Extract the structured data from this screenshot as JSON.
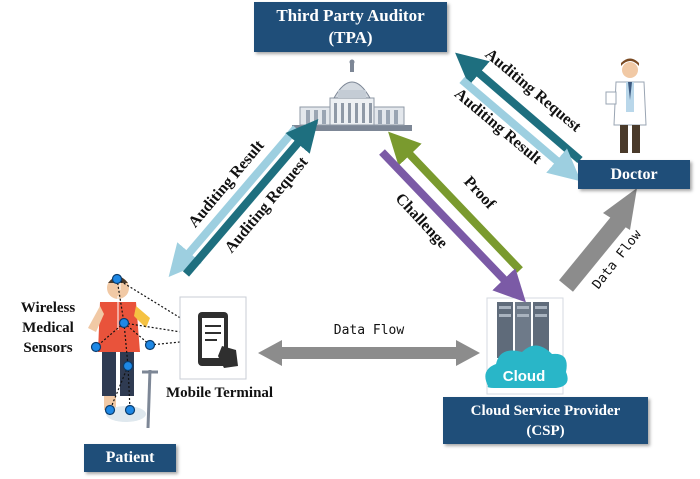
{
  "nodes": {
    "tpa": {
      "line1": "Third Party Auditor",
      "line2": "(TPA)"
    },
    "doctor": {
      "label": "Doctor"
    },
    "csp": {
      "line1": "Cloud Service Provider",
      "line2": "(CSP)"
    },
    "patient": {
      "label": "Patient"
    },
    "mobile": {
      "label": "Mobile Terminal"
    },
    "sensors": {
      "line1": "Wireless",
      "line2": "Medical",
      "line3": "Sensors"
    },
    "cloud_icon_text": "Cloud"
  },
  "edges": {
    "patient_tpa_result": "Auditing Result",
    "patient_tpa_request": "Auditing Request",
    "doctor_tpa_request": "Auditing Request",
    "doctor_tpa_result": "Auditing Result",
    "csp_tpa_proof": "Proof",
    "tpa_csp_challenge": "Challenge",
    "mobile_csp_flow": "Data Flow",
    "csp_doctor_flow": "Data Flow"
  },
  "colors": {
    "box_fill": "#1f4e79",
    "auditing_result_arrow": "#9dcfe0",
    "auditing_request_arrow": "#1e6f7f",
    "proof_arrow": "#7a9a2e",
    "challenge_arrow": "#7b5aa6",
    "data_flow_arrow": "#8c8c8c",
    "cloud_icon": "#29b6c8"
  },
  "icons": [
    "capitol-building-icon",
    "doctor-icon",
    "patient-icon",
    "mobile-phone-icon",
    "server-rack-icon",
    "cloud-icon"
  ]
}
